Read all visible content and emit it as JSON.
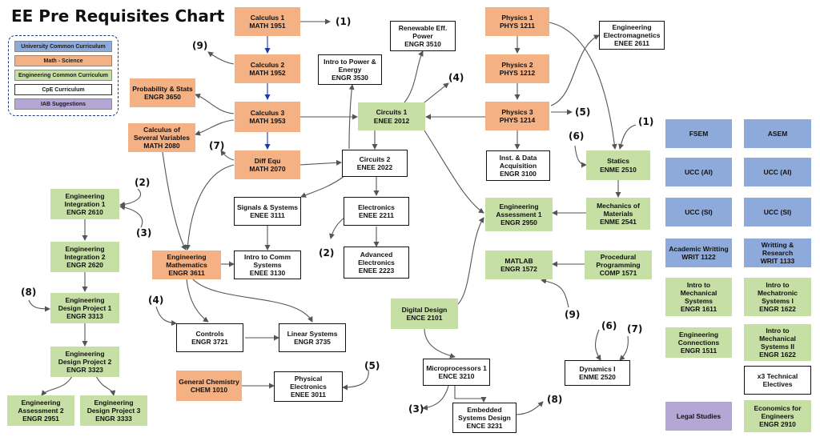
{
  "title": "EE Pre Requisites Chart",
  "legend": [
    {
      "label": "University Common Curriculum",
      "category": "ucc",
      "color": "#8eaadb"
    },
    {
      "label": "Math - Science",
      "category": "ms",
      "color": "#f4b183"
    },
    {
      "label": "Engineering Common Curriculum",
      "category": "ecc",
      "color": "#c5dfa4"
    },
    {
      "label": "CpE Curriculum",
      "category": "cpe",
      "color": "#ffffff"
    },
    {
      "label": "IAB Suggestions",
      "category": "iab",
      "color": "#b4a7d6"
    }
  ],
  "courses": {
    "calc1": [
      "Calculus 1",
      "MATH 1951"
    ],
    "calc2": [
      "Calculus 2",
      "MATH 1952"
    ],
    "calc3": [
      "Calculus 3",
      "MATH 1953"
    ],
    "prob": [
      "Probability & Stats",
      "ENGR 3650"
    ],
    "calcsv": [
      "Calculus of",
      "Several  Variables",
      "MATH 2080"
    ],
    "diffeq": [
      "Diff Equ",
      "MATH 2070"
    ],
    "renew": [
      "Renewable Eff.",
      "Power",
      "ENGR 3510"
    ],
    "introPower": [
      "Intro to Power &",
      "Energy",
      "ENGR 3530"
    ],
    "circ1": [
      "Circuits 1",
      "ENEE 2012"
    ],
    "circ2": [
      "Circuits 2",
      "ENEE 2022"
    ],
    "sigsys": [
      "Signals & Systems",
      "ENEE 3111"
    ],
    "electronics": [
      "Electronics",
      "ENEE 2211"
    ],
    "introComm": [
      "Intro to Comm",
      "Systems",
      "ENEE 3130"
    ],
    "advElec": [
      "Advanced",
      "Electronics",
      "ENEE 2223"
    ],
    "engMath": [
      "Engineering",
      "Mathematics",
      "ENGR 3611"
    ],
    "controls": [
      "Controls",
      "ENGR 3721"
    ],
    "linsys": [
      "Linear Systems",
      "ENGR 3735"
    ],
    "chem": [
      "General Chemistry",
      "CHEM 1010"
    ],
    "physElec": [
      "Physical",
      "Electronics",
      "ENEE 3011"
    ],
    "phys1": [
      "Physics 1",
      "PHYS 1211"
    ],
    "phys2": [
      "Physics 2",
      "PHYS 1212"
    ],
    "phys3": [
      "Physics 3",
      "PHYS 1214"
    ],
    "instData": [
      "Inst. & Data",
      "Acquisition",
      "ENGR 3100"
    ],
    "em": [
      "Engineering",
      "Electromagnetics",
      "ENEE 2611"
    ],
    "statics": [
      "Statics",
      "ENME 2510"
    ],
    "mechMat": [
      "Mechanics of",
      "Materials",
      "ENME 2541"
    ],
    "engAssess1": [
      "Engineering",
      "Assessment 1",
      "ENGR 2950"
    ],
    "matlab": [
      "MATLAB",
      "ENGR 1572"
    ],
    "procProg": [
      "Procedural",
      "Programming",
      "COMP 1571"
    ],
    "digDesign": [
      "Digital Design",
      "ENCE 2101"
    ],
    "micro": [
      "Microprocessors 1",
      "ENCE 3210"
    ],
    "embedded": [
      "Embedded",
      "Systems Design",
      "ENCE 3231"
    ],
    "dynamics": [
      "Dynamics I",
      "ENME 2520"
    ],
    "integ1": [
      "Engineering",
      "Integration 1",
      "ENGR 2610"
    ],
    "integ2": [
      "Engineering",
      "Integration 2",
      "ENGR 2620"
    ],
    "dp1": [
      "Engineering",
      "Design Project 1",
      "ENGR 3313"
    ],
    "dp2": [
      "Engineering",
      "Design Project 2",
      "ENGR 3323"
    ],
    "assess2": [
      "Engineering",
      "Assessment 2",
      "ENGR 2951"
    ],
    "dp3": [
      "Engineering",
      "Design Project 3",
      "ENGR 3333"
    ],
    "fsem": [
      "FSEM"
    ],
    "asem": [
      "ASEM"
    ],
    "uccAI1": [
      "UCC (AI)"
    ],
    "uccAI2": [
      "UCC (AI)"
    ],
    "uccSI1": [
      "UCC (SI)"
    ],
    "uccSI2": [
      "UCC (SI)"
    ],
    "acadWrit": [
      "Academic Writting",
      "WRIT 1122"
    ],
    "writRes": [
      "Writting &",
      "Research",
      "WRIT 1133"
    ],
    "introMech": [
      "Intro to",
      "Mechanical",
      "Systems",
      "ENGR 1611"
    ],
    "introMechatronic": [
      "Intro to",
      "Mechatronic",
      "Systems I",
      "ENGR 1622"
    ],
    "engConn": [
      "Engineering",
      "Connections",
      "ENGR 1511"
    ],
    "introMech2": [
      "Intro to",
      "Mechanical",
      "Systems  II",
      "ENGR 1622"
    ],
    "x3tech": [
      "x3 Technical",
      "Electives"
    ],
    "legal": [
      "Legal Studies"
    ],
    "econ": [
      "Economics for",
      "Engineers",
      "ENGR 2910"
    ]
  },
  "markers": {
    "m1a": "(1)",
    "m9a": "(9)",
    "m4a": "(4)",
    "m7a": "(7)",
    "m5a": "(5)",
    "m6a": "(6)",
    "m1b": "(1)",
    "m2a": "(2)",
    "m3a": "(3)",
    "m2b": "(2)",
    "m8a": "(8)",
    "m4b": "(4)",
    "m5b": "(5)",
    "m9b": "(9)",
    "m6b": "(6)",
    "m7b": "(7)",
    "m3b": "(3)",
    "m8b": "(8)"
  }
}
